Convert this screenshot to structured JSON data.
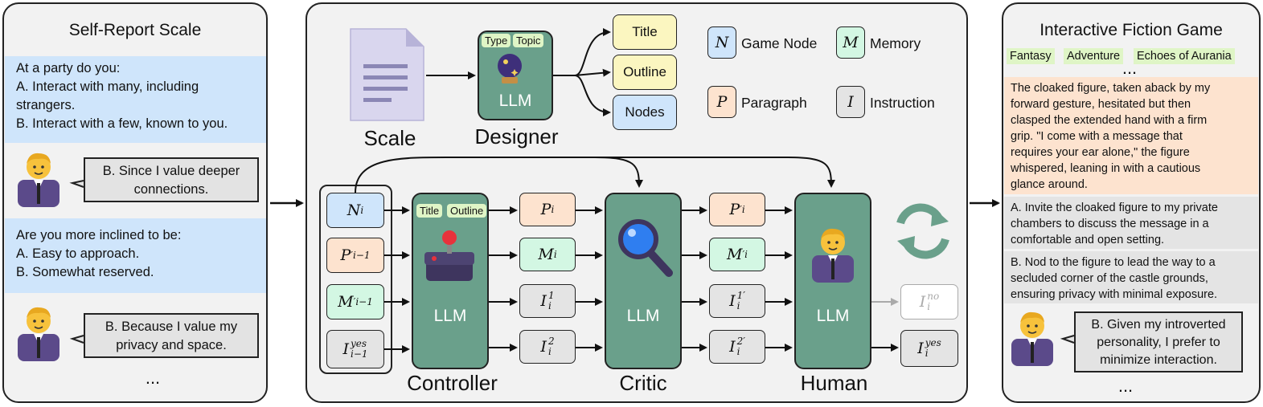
{
  "left": {
    "title": "Self-Report Scale",
    "q1": {
      "line1": "At a party do you:",
      "line2": "A. Interact with many, including",
      "line3": "strangers.",
      "line4": "B. Interact with a few, known to you."
    },
    "a1": {
      "line1": "B. Since I value deeper",
      "line2": "connections."
    },
    "q2": {
      "line1": "Are you more inclined to be:",
      "line2": "A. Easy to approach.",
      "line3": "B. Somewhat reserved."
    },
    "a2": {
      "line1": "B. Because I value my",
      "line2": "privacy and space."
    },
    "ellipsis": "..."
  },
  "middle": {
    "scale_label": "Scale",
    "designer_label": "Designer",
    "designer_tags": [
      "Type",
      "Topic"
    ],
    "llm": "LLM",
    "outputs": [
      "Title",
      "Outline",
      "Nodes"
    ],
    "legend": [
      {
        "sym": "N",
        "label": "Game Node",
        "color": "#cfe5fb"
      },
      {
        "sym": "M",
        "label": "Memory",
        "color": "#d3f7e3"
      },
      {
        "sym": "P",
        "label": "Paragraph",
        "color": "#fde3cf"
      },
      {
        "sym": "I",
        "label": "Instruction",
        "color": "#e4e4e4"
      }
    ],
    "controller_label": "Controller",
    "controller_tags": [
      "Title",
      "Outline"
    ],
    "critic_label": "Critic",
    "human_label": "Human"
  },
  "right": {
    "title": "Interactive Fiction Game",
    "tags": [
      "Fantasy",
      "Adventure",
      "Echoes of Aurania"
    ],
    "ellipsis_top": "...",
    "paragraph": [
      "The cloaked figure, taken aback by my",
      "forward gesture, hesitated but then",
      "clasped the extended hand with a firm",
      "grip. \"I come with a message that",
      "requires your ear alone,\" the figure",
      "whispered, leaning in with a cautious",
      "glance around."
    ],
    "optA": [
      "A. Invite the cloaked figure to my private",
      "chambers to discuss the message in a",
      "comfortable and open setting."
    ],
    "optB": [
      "B. Nod to the figure to lead the way to a",
      "secluded corner of the castle grounds,",
      "ensuring privacy with minimal exposure."
    ],
    "answer": [
      "B. Given my introverted",
      "personality, I prefer to",
      "minimize interaction."
    ],
    "ellipsis_bottom": "..."
  }
}
